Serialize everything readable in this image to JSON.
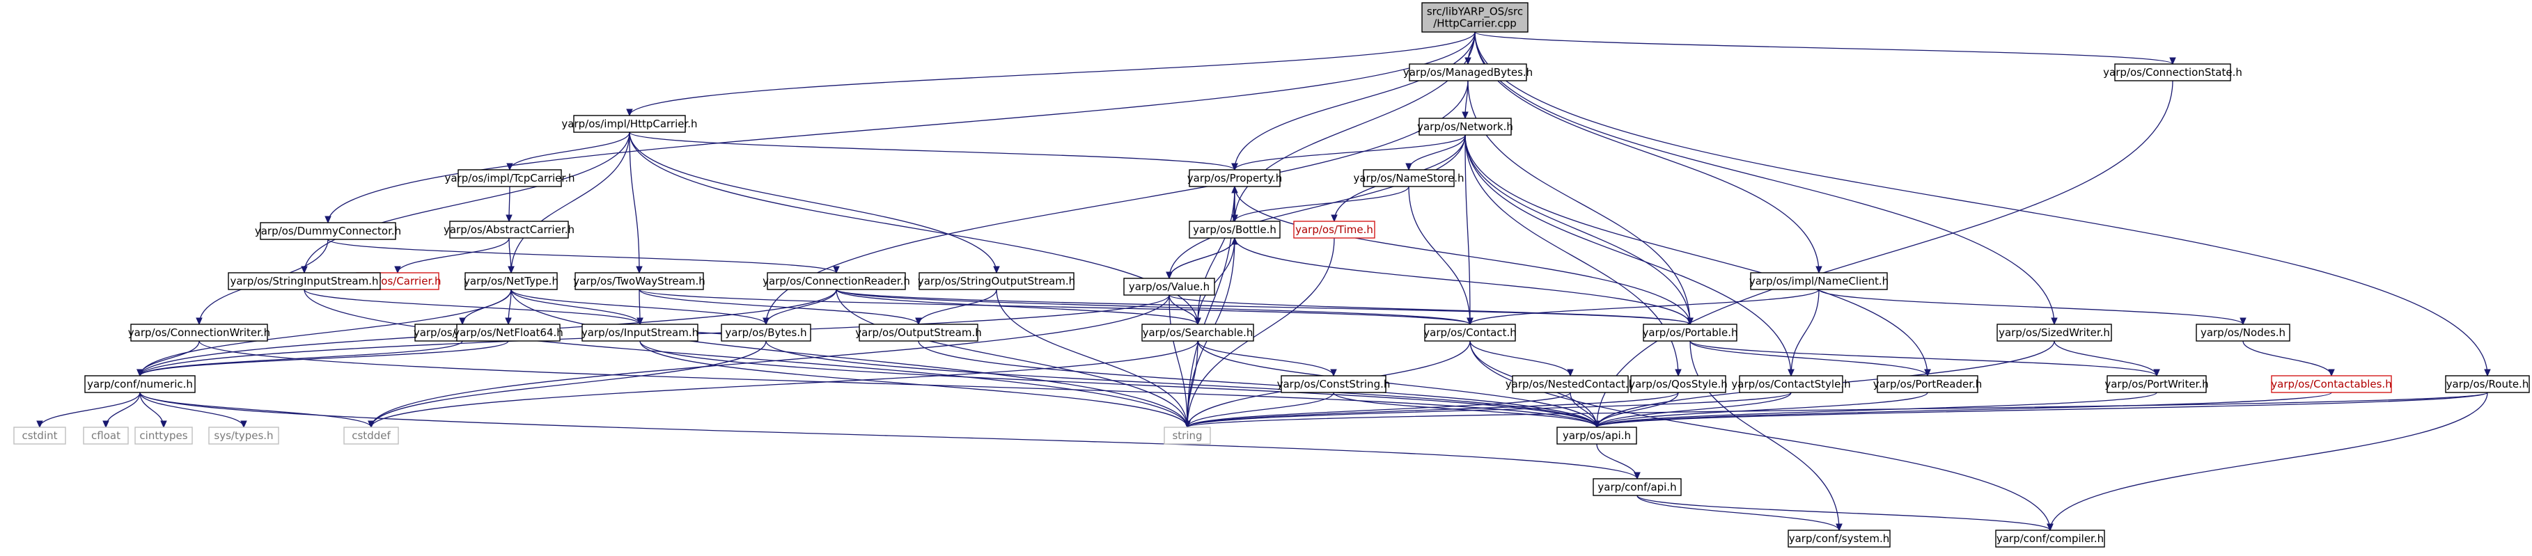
{
  "graph": {
    "colors": {
      "node_fill": "#ffffff",
      "root_fill": "#bfbfbf",
      "border": "#000000",
      "edge": "#191970",
      "missing_border": "#d41a1a",
      "external_border": "#bfbfbf"
    },
    "nodes": {
      "root": {
        "lines": [
          "src/libYARP_OS/src",
          "/HttpCarrier.cpp"
        ],
        "kind": "root"
      },
      "managedbytes": {
        "lines": [
          "yarp/os/ManagedBytes.h"
        ],
        "kind": "normal"
      },
      "connectionstate": {
        "lines": [
          "yarp/os/ConnectionState.h"
        ],
        "kind": "normal"
      },
      "httpcarrier_h": {
        "lines": [
          "yarp/os/impl/HttpCarrier.h"
        ],
        "kind": "normal"
      },
      "network": {
        "lines": [
          "yarp/os/Network.h"
        ],
        "kind": "normal"
      },
      "tcpcarrier": {
        "lines": [
          "yarp/os/impl/TcpCarrier.h"
        ],
        "kind": "normal"
      },
      "property": {
        "lines": [
          "yarp/os/Property.h"
        ],
        "kind": "normal"
      },
      "namestore": {
        "lines": [
          "yarp/os/NameStore.h"
        ],
        "kind": "normal"
      },
      "abstractcarrier": {
        "lines": [
          "yarp/os/AbstractCarrier.h"
        ],
        "kind": "normal"
      },
      "dummyconnector": {
        "lines": [
          "yarp/os/DummyConnector.h"
        ],
        "kind": "normal"
      },
      "bottle": {
        "lines": [
          "yarp/os/Bottle.h"
        ],
        "kind": "normal"
      },
      "time": {
        "lines": [
          "yarp/os/Time.h"
        ],
        "kind": "missing"
      },
      "carrier": {
        "lines": [
          "yarp/os/Carrier.h"
        ],
        "kind": "missing"
      },
      "stringinputstream": {
        "lines": [
          "yarp/os/StringInputStream.h"
        ],
        "kind": "normal"
      },
      "nettype": {
        "lines": [
          "yarp/os/NetType.h"
        ],
        "kind": "normal"
      },
      "twowaystream": {
        "lines": [
          "yarp/os/TwoWayStream.h"
        ],
        "kind": "normal"
      },
      "connectionreader": {
        "lines": [
          "yarp/os/ConnectionReader.h"
        ],
        "kind": "normal"
      },
      "stringoutputstream": {
        "lines": [
          "yarp/os/StringOutputStream.h"
        ],
        "kind": "normal"
      },
      "value": {
        "lines": [
          "yarp/os/Value.h"
        ],
        "kind": "normal"
      },
      "nameclient": {
        "lines": [
          "yarp/os/impl/NameClient.h"
        ],
        "kind": "normal"
      },
      "connectionwriter": {
        "lines": [
          "yarp/os/ConnectionWriter.h"
        ],
        "kind": "normal"
      },
      "netint32": {
        "lines": [
          "yarp/os/NetInt32.h"
        ],
        "kind": "normal"
      },
      "netfloat64": {
        "lines": [
          "yarp/os/NetFloat64.h"
        ],
        "kind": "normal"
      },
      "inputstream": {
        "lines": [
          "yarp/os/InputStream.h"
        ],
        "kind": "normal"
      },
      "bytes": {
        "lines": [
          "yarp/os/Bytes.h"
        ],
        "kind": "normal"
      },
      "outputstream": {
        "lines": [
          "yarp/os/OutputStream.h"
        ],
        "kind": "normal"
      },
      "searchable": {
        "lines": [
          "yarp/os/Searchable.h"
        ],
        "kind": "normal"
      },
      "contact": {
        "lines": [
          "yarp/os/Contact.h"
        ],
        "kind": "normal"
      },
      "portable": {
        "lines": [
          "yarp/os/Portable.h"
        ],
        "kind": "normal"
      },
      "sizedwriter": {
        "lines": [
          "yarp/os/SizedWriter.h"
        ],
        "kind": "normal"
      },
      "nodes": {
        "lines": [
          "yarp/os/Nodes.h"
        ],
        "kind": "normal"
      },
      "conf_numeric": {
        "lines": [
          "yarp/conf/numeric.h"
        ],
        "kind": "normal"
      },
      "conststring": {
        "lines": [
          "yarp/os/ConstString.h"
        ],
        "kind": "normal"
      },
      "nestedcontact": {
        "lines": [
          "yarp/os/NestedContact.h"
        ],
        "kind": "normal"
      },
      "qosstyle": {
        "lines": [
          "yarp/os/QosStyle.h"
        ],
        "kind": "normal"
      },
      "contactstyle": {
        "lines": [
          "yarp/os/ContactStyle.h"
        ],
        "kind": "normal"
      },
      "portreader": {
        "lines": [
          "yarp/os/PortReader.h"
        ],
        "kind": "normal"
      },
      "portwriter": {
        "lines": [
          "yarp/os/PortWriter.h"
        ],
        "kind": "normal"
      },
      "contactables": {
        "lines": [
          "yarp/os/Contactables.h"
        ],
        "kind": "missing"
      },
      "route": {
        "lines": [
          "yarp/os/Route.h"
        ],
        "kind": "normal"
      },
      "cstdint": {
        "lines": [
          "cstdint"
        ],
        "kind": "external"
      },
      "cfloat": {
        "lines": [
          "cfloat"
        ],
        "kind": "external"
      },
      "cinttypes": {
        "lines": [
          "cinttypes"
        ],
        "kind": "external"
      },
      "systypes": {
        "lines": [
          "sys/types.h"
        ],
        "kind": "external"
      },
      "cstddef": {
        "lines": [
          "cstddef"
        ],
        "kind": "external"
      },
      "string": {
        "lines": [
          "string"
        ],
        "kind": "external"
      },
      "api": {
        "lines": [
          "yarp/os/api.h"
        ],
        "kind": "normal"
      },
      "conf_api": {
        "lines": [
          "yarp/conf/api.h"
        ],
        "kind": "normal"
      },
      "conf_system": {
        "lines": [
          "yarp/conf/system.h"
        ],
        "kind": "normal"
      },
      "conf_compiler": {
        "lines": [
          "yarp/conf/compiler.h"
        ],
        "kind": "normal"
      }
    },
    "edges": [
      [
        "root",
        "managedbytes"
      ],
      [
        "root",
        "connectionstate"
      ],
      [
        "root",
        "httpcarrier_h"
      ],
      [
        "root",
        "property"
      ],
      [
        "root",
        "bottle"
      ],
      [
        "root",
        "dummyconnector"
      ],
      [
        "root",
        "nameclient"
      ],
      [
        "root",
        "sizedwriter"
      ],
      [
        "root",
        "route"
      ],
      [
        "managedbytes",
        "network"
      ],
      [
        "managedbytes",
        "bytes"
      ],
      [
        "managedbytes",
        "portable"
      ],
      [
        "connectionstate",
        "api"
      ],
      [
        "httpcarrier_h",
        "tcpcarrier"
      ],
      [
        "httpcarrier_h",
        "property"
      ],
      [
        "httpcarrier_h",
        "stringinputstream"
      ],
      [
        "httpcarrier_h",
        "stringoutputstream"
      ],
      [
        "httpcarrier_h",
        "twowaystream"
      ],
      [
        "httpcarrier_h",
        "nettype"
      ],
      [
        "httpcarrier_h",
        "searchable"
      ],
      [
        "tcpcarrier",
        "abstractcarrier"
      ],
      [
        "abstractcarrier",
        "carrier"
      ],
      [
        "abstractcarrier",
        "nettype"
      ],
      [
        "network",
        "property"
      ],
      [
        "network",
        "namestore"
      ],
      [
        "network",
        "time"
      ],
      [
        "network",
        "value"
      ],
      [
        "network",
        "contact"
      ],
      [
        "network",
        "portable"
      ],
      [
        "network",
        "qosstyle"
      ],
      [
        "network",
        "contactstyle"
      ],
      [
        "network",
        "portreader"
      ],
      [
        "property",
        "bottle"
      ],
      [
        "property",
        "searchable"
      ],
      [
        "property",
        "portable"
      ],
      [
        "property",
        "string"
      ],
      [
        "namestore",
        "bottle"
      ],
      [
        "namestore",
        "contact"
      ],
      [
        "bottle",
        "property"
      ],
      [
        "bottle",
        "value"
      ],
      [
        "bottle",
        "searchable"
      ],
      [
        "bottle",
        "portable"
      ],
      [
        "bottle",
        "string"
      ],
      [
        "time",
        "string"
      ],
      [
        "dummyconnector",
        "connectionreader"
      ],
      [
        "dummyconnector",
        "connectionwriter"
      ],
      [
        "stringinputstream",
        "inputstream"
      ],
      [
        "stringinputstream",
        "string"
      ],
      [
        "nettype",
        "netint32"
      ],
      [
        "nettype",
        "netfloat64"
      ],
      [
        "nettype",
        "inputstream"
      ],
      [
        "nettype",
        "bytes"
      ],
      [
        "nettype",
        "string"
      ],
      [
        "nettype",
        "conf_numeric"
      ],
      [
        "twowaystream",
        "inputstream"
      ],
      [
        "twowaystream",
        "outputstream"
      ],
      [
        "twowaystream",
        "contact"
      ],
      [
        "connectionreader",
        "bytes"
      ],
      [
        "connectionreader",
        "contact"
      ],
      [
        "connectionreader",
        "searchable"
      ],
      [
        "connectionreader",
        "portable"
      ],
      [
        "connectionreader",
        "string"
      ],
      [
        "connectionreader",
        "conf_numeric"
      ],
      [
        "stringoutputstream",
        "outputstream"
      ],
      [
        "stringoutputstream",
        "string"
      ],
      [
        "value",
        "bottle"
      ],
      [
        "value",
        "searchable"
      ],
      [
        "value",
        "portable"
      ],
      [
        "value",
        "string"
      ],
      [
        "value",
        "cstddef"
      ],
      [
        "value",
        "conf_numeric"
      ],
      [
        "nameclient",
        "contact"
      ],
      [
        "nameclient",
        "contactstyle"
      ],
      [
        "nameclient",
        "nodes"
      ],
      [
        "connectionwriter",
        "conf_numeric"
      ],
      [
        "connectionwriter",
        "api"
      ],
      [
        "netint32",
        "conf_numeric"
      ],
      [
        "netfloat64",
        "conf_numeric"
      ],
      [
        "inputstream",
        "bytes"
      ],
      [
        "inputstream",
        "string"
      ],
      [
        "inputstream",
        "api"
      ],
      [
        "bytes",
        "cstddef"
      ],
      [
        "bytes",
        "api"
      ],
      [
        "outputstream",
        "api"
      ],
      [
        "searchable",
        "conststring"
      ],
      [
        "searchable",
        "string"
      ],
      [
        "searchable",
        "api"
      ],
      [
        "searchable",
        "cstddef"
      ],
      [
        "contact",
        "nestedcontact"
      ],
      [
        "contact",
        "string"
      ],
      [
        "contact",
        "api"
      ],
      [
        "contact",
        "conf_compiler"
      ],
      [
        "portable",
        "portreader"
      ],
      [
        "portable",
        "portwriter"
      ],
      [
        "portable",
        "conf_system"
      ],
      [
        "sizedwriter",
        "portwriter"
      ],
      [
        "sizedwriter",
        "api"
      ],
      [
        "nodes",
        "contactables"
      ],
      [
        "contactables",
        "api"
      ],
      [
        "conf_numeric",
        "cstdint"
      ],
      [
        "conf_numeric",
        "cfloat"
      ],
      [
        "conf_numeric",
        "cinttypes"
      ],
      [
        "conf_numeric",
        "systypes"
      ],
      [
        "conf_numeric",
        "cstddef"
      ],
      [
        "conf_numeric",
        "conf_api"
      ],
      [
        "conststring",
        "string"
      ],
      [
        "conststring",
        "api"
      ],
      [
        "nestedcontact",
        "string"
      ],
      [
        "nestedcontact",
        "api"
      ],
      [
        "qosstyle",
        "string"
      ],
      [
        "qosstyle",
        "api"
      ],
      [
        "contactstyle",
        "string"
      ],
      [
        "contactstyle",
        "api"
      ],
      [
        "portreader",
        "api"
      ],
      [
        "portwriter",
        "api"
      ],
      [
        "route",
        "string"
      ],
      [
        "route",
        "api"
      ],
      [
        "route",
        "conf_compiler"
      ],
      [
        "api",
        "conf_api"
      ],
      [
        "conf_api",
        "conf_system"
      ],
      [
        "conf_api",
        "conf_compiler"
      ]
    ]
  }
}
